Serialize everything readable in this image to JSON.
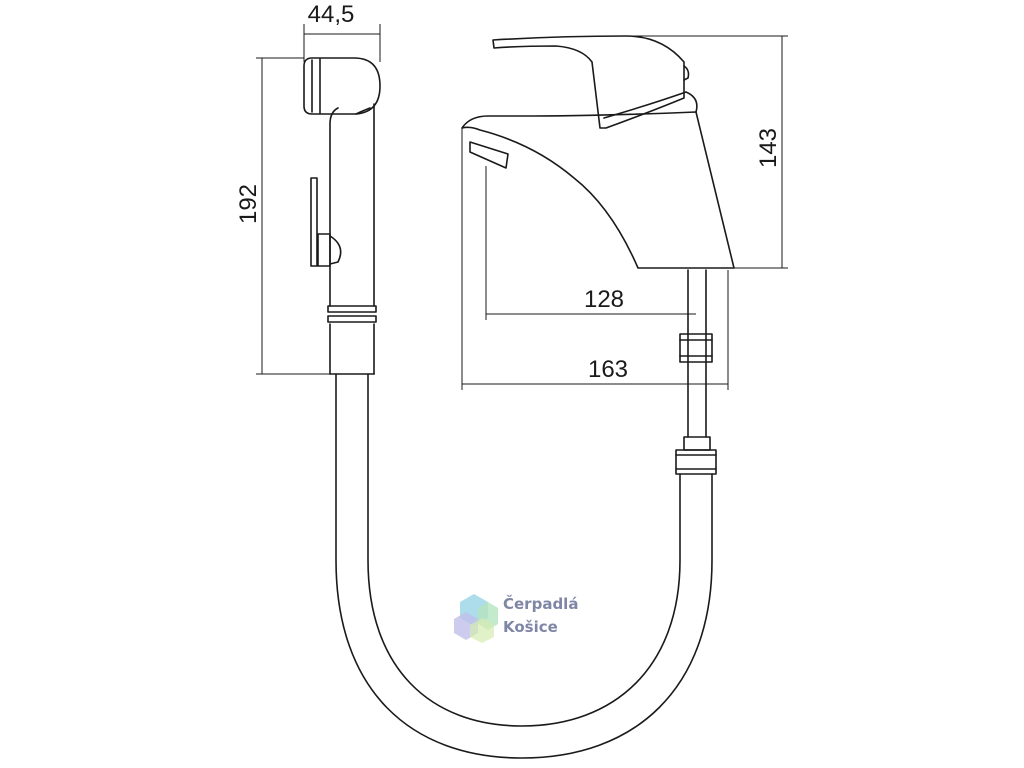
{
  "dimensions": {
    "handle_width": "44,5",
    "handle_height": "192",
    "faucet_height": "143",
    "spout_reach": "128",
    "base_reach": "163"
  },
  "watermark": {
    "line1": "Čerpadlá",
    "line2": "Košice"
  },
  "colors": {
    "line": "#1a1a1a",
    "watermark_text": "#7f86a6",
    "watermark_logo": [
      "#9fd6e8",
      "#a9e0b4",
      "#b7b4e6",
      "#cfe9a4"
    ]
  }
}
